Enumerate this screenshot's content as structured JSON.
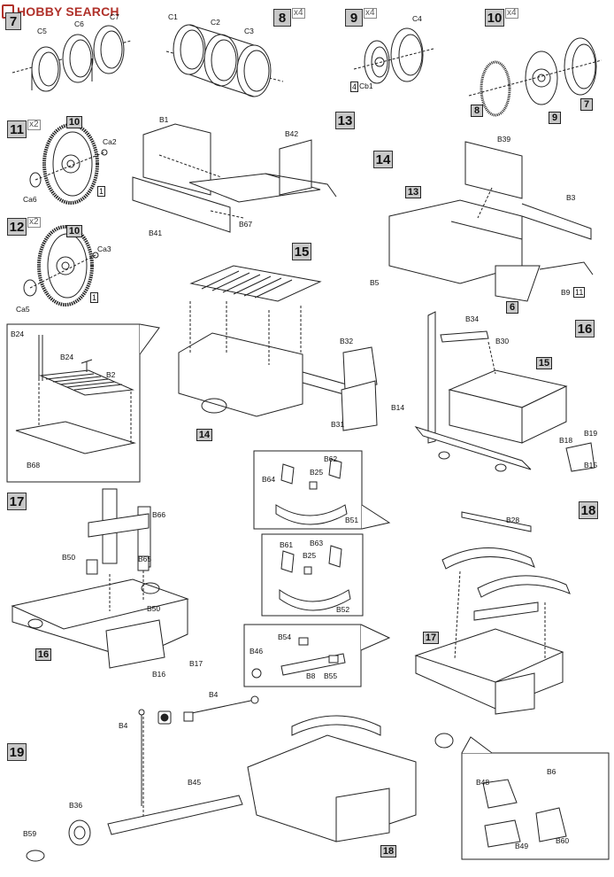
{
  "watermark": {
    "text": "HOBBY SEARCH"
  },
  "steps": [
    {
      "id": "7",
      "label": "7"
    },
    {
      "id": "8",
      "label": "8",
      "mult": "x4"
    },
    {
      "id": "9",
      "label": "9",
      "mult": "x4"
    },
    {
      "id": "10",
      "label": "10",
      "mult": "x4"
    },
    {
      "id": "11",
      "label": "11",
      "mult": "x2"
    },
    {
      "id": "12",
      "label": "12",
      "mult": "x2"
    },
    {
      "id": "13",
      "label": "13"
    },
    {
      "id": "14",
      "label": "14"
    },
    {
      "id": "15",
      "label": "15"
    },
    {
      "id": "16",
      "label": "16"
    },
    {
      "id": "17",
      "label": "17"
    },
    {
      "id": "18",
      "label": "18"
    },
    {
      "id": "19",
      "label": "19"
    }
  ],
  "parts": {
    "C5": "C5",
    "C6": "C6",
    "C7": "C7",
    "C1": "C1",
    "C2": "C2",
    "C3": "C3",
    "C4": "C4",
    "Cb1": "Cb1",
    "Ca2": "Ca2",
    "Ca6": "Ca6",
    "Ca3": "Ca3",
    "Ca5": "Ca5",
    "B1": "B1",
    "B42": "B42",
    "B41": "B41",
    "B67": "B67",
    "B39": "B39",
    "B3": "B3",
    "B5": "B5",
    "B9": "B9",
    "B24": "B24",
    "B2": "B2",
    "B68": "B68",
    "B32": "B32",
    "B31": "B31",
    "B34": "B34",
    "B30": "B30",
    "B14": "B14",
    "B19": "B19",
    "B18": "B18",
    "B15": "B15",
    "B62": "B62",
    "B25": "B25",
    "B64": "B64",
    "B51": "B51",
    "B66": "B66",
    "B65": "B65",
    "B50": "B50",
    "B17": "B17",
    "B16": "B16",
    "B61": "B61",
    "B63": "B63",
    "B52": "B52",
    "B54": "B54",
    "B46": "B46",
    "B8": "B8",
    "B55": "B55",
    "B28": "B28",
    "B4": "B4",
    "B45": "B45",
    "B36": "B36",
    "B59": "B59",
    "B6": "B6",
    "B48": "B48",
    "B60": "B60",
    "B49": "B49"
  },
  "refs": {
    "q4": "4",
    "n10": "10",
    "n1": "1",
    "n8": "8",
    "n9": "9",
    "n7": "7",
    "n11": "11",
    "n6": "6",
    "n13": "13",
    "n14": "14",
    "n15": "15",
    "n16": "16",
    "n17": "17",
    "n18": "18"
  }
}
